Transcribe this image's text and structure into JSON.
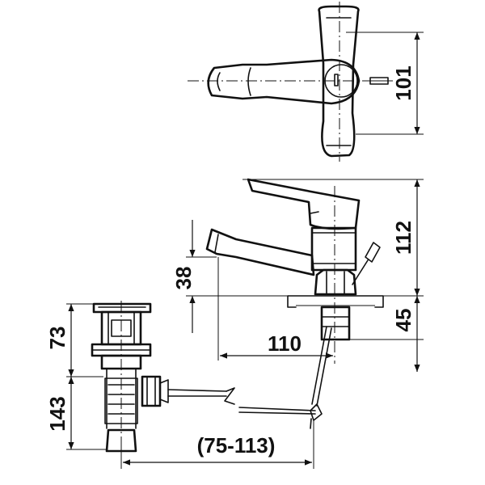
{
  "dimensions": {
    "top_view_height": "101",
    "faucet_height": "112",
    "below_deck": "45",
    "spout_height": "38",
    "spout_reach": "110",
    "drain_upper": "73",
    "drain_lower": "143",
    "drain_range": "(75-113)"
  }
}
